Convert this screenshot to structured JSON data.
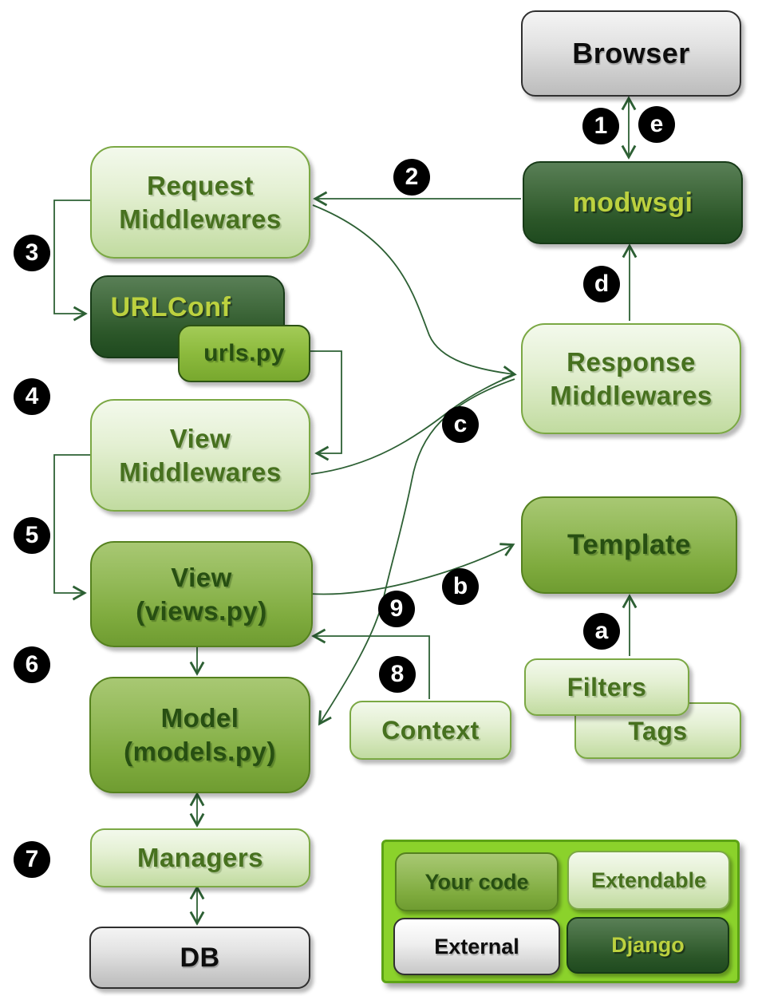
{
  "colors": {
    "arrow": "#2d6034",
    "badge_bg": "#000000",
    "badge_fg": "#ffffff",
    "light_text": "#47711f",
    "medium_text": "#274f12",
    "dark_text": "#bcd13f",
    "gray_text": "#0d0d0d",
    "legend_bg": "#8bd22b",
    "legend_border": "#5ca315"
  },
  "nodes": [
    {
      "id": "browser",
      "line1": "Browser"
    },
    {
      "id": "modwsgi",
      "line1": "modwsgi"
    },
    {
      "id": "request-middlewares",
      "line1": "Request",
      "line2": "Middlewares"
    },
    {
      "id": "urlconf",
      "line1": "URLConf"
    },
    {
      "id": "urls-py",
      "line1": "urls.py"
    },
    {
      "id": "view-middlewares",
      "line1": "View",
      "line2": "Middlewares"
    },
    {
      "id": "view",
      "line1": "View",
      "line2": "(views.py)"
    },
    {
      "id": "model",
      "line1": "Model",
      "line2": "(models.py)"
    },
    {
      "id": "managers",
      "line1": "Managers"
    },
    {
      "id": "db",
      "line1": "DB"
    },
    {
      "id": "response-middlewares",
      "line1": "Response",
      "line2": "Middlewares"
    },
    {
      "id": "template",
      "line1": "Template"
    },
    {
      "id": "filters",
      "line1": "Filters"
    },
    {
      "id": "tags",
      "line1": "Tags"
    },
    {
      "id": "context",
      "line1": "Context"
    }
  ],
  "badges": [
    {
      "label": "1"
    },
    {
      "label": "e"
    },
    {
      "label": "2"
    },
    {
      "label": "3"
    },
    {
      "label": "4"
    },
    {
      "label": "5"
    },
    {
      "label": "6"
    },
    {
      "label": "7"
    },
    {
      "label": "8"
    },
    {
      "label": "9"
    },
    {
      "label": "a"
    },
    {
      "label": "b"
    },
    {
      "label": "c"
    },
    {
      "label": "d"
    }
  ],
  "legend": {
    "items": [
      {
        "label": "Your code"
      },
      {
        "label": "Extendable"
      },
      {
        "label": "External"
      },
      {
        "label": "Django"
      }
    ]
  }
}
